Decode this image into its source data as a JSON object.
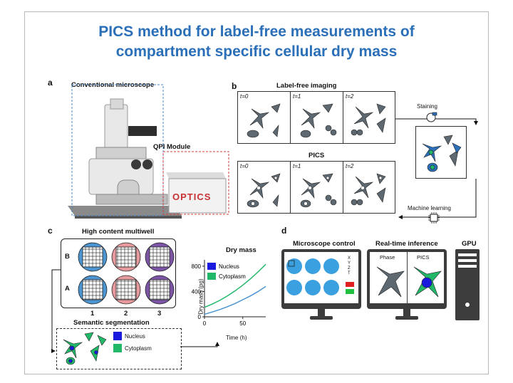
{
  "title": {
    "line1": "PICS method for label-free measurements of",
    "line2": "compartment specific cellular dry mass"
  },
  "panel_a": {
    "label": "a",
    "microscope_title": "Conventional microscope",
    "qpi_title": "QPI Module",
    "qpi_brand": "OPTICS"
  },
  "panel_b": {
    "label": "b",
    "label_free_title": "Label-free imaging",
    "pics_title": "PICS",
    "time_labels": [
      "t=0",
      "t=1",
      "t=2"
    ],
    "staining_label": "Staining",
    "ml_label": "Machine learning"
  },
  "panel_c": {
    "label": "c",
    "multiwell_title": "High content multiwell",
    "row_labels": [
      "B",
      "A"
    ],
    "col_labels": [
      "1",
      "2",
      "3"
    ],
    "seg_title": "Semantic segmentation",
    "seg_legend": [
      "Nucleus",
      "Cytoplasm"
    ]
  },
  "panel_d": {
    "label": "d",
    "control_title": "Microscope control",
    "inference_title": "Real-time inference",
    "gpu_title": "GPU",
    "axes_labels": [
      "X",
      "Y",
      "Z",
      "T"
    ],
    "phase_label": "Phase",
    "pics_label": "PICS"
  },
  "colors": {
    "title_blue": "#2a6fb8",
    "nucleus": "#1a1adf",
    "cytoplasm": "#22b86a",
    "cell_gray": "#5e6870",
    "well_blue": "#4c95d0",
    "well_pink": "#e79a9d",
    "well_purple": "#7d55a6",
    "monitor_dark": "#3c3c3c",
    "screen_dot_blue": "#3aa0e0"
  },
  "chart_data": {
    "type": "line",
    "title": "Dry mass",
    "xlabel": "Time (h)",
    "ylabel": "Dry mass (pg)",
    "xlim": [
      0,
      80
    ],
    "ylim": [
      0,
      900
    ],
    "xticks": [
      0,
      50
    ],
    "yticks": [
      0,
      400,
      800
    ],
    "legend_position": "top-left",
    "series": [
      {
        "name": "Nucleus",
        "color": "#4c95d0",
        "x": [
          0,
          10,
          20,
          30,
          40,
          50,
          60,
          70,
          80
        ],
        "y": [
          40,
          75,
          115,
          160,
          210,
          270,
          330,
          400,
          480
        ]
      },
      {
        "name": "Cytoplasm",
        "color": "#22b86a",
        "x": [
          0,
          10,
          20,
          30,
          40,
          50,
          60,
          70,
          80
        ],
        "y": [
          150,
          200,
          260,
          330,
          410,
          500,
          600,
          710,
          830
        ]
      }
    ]
  }
}
